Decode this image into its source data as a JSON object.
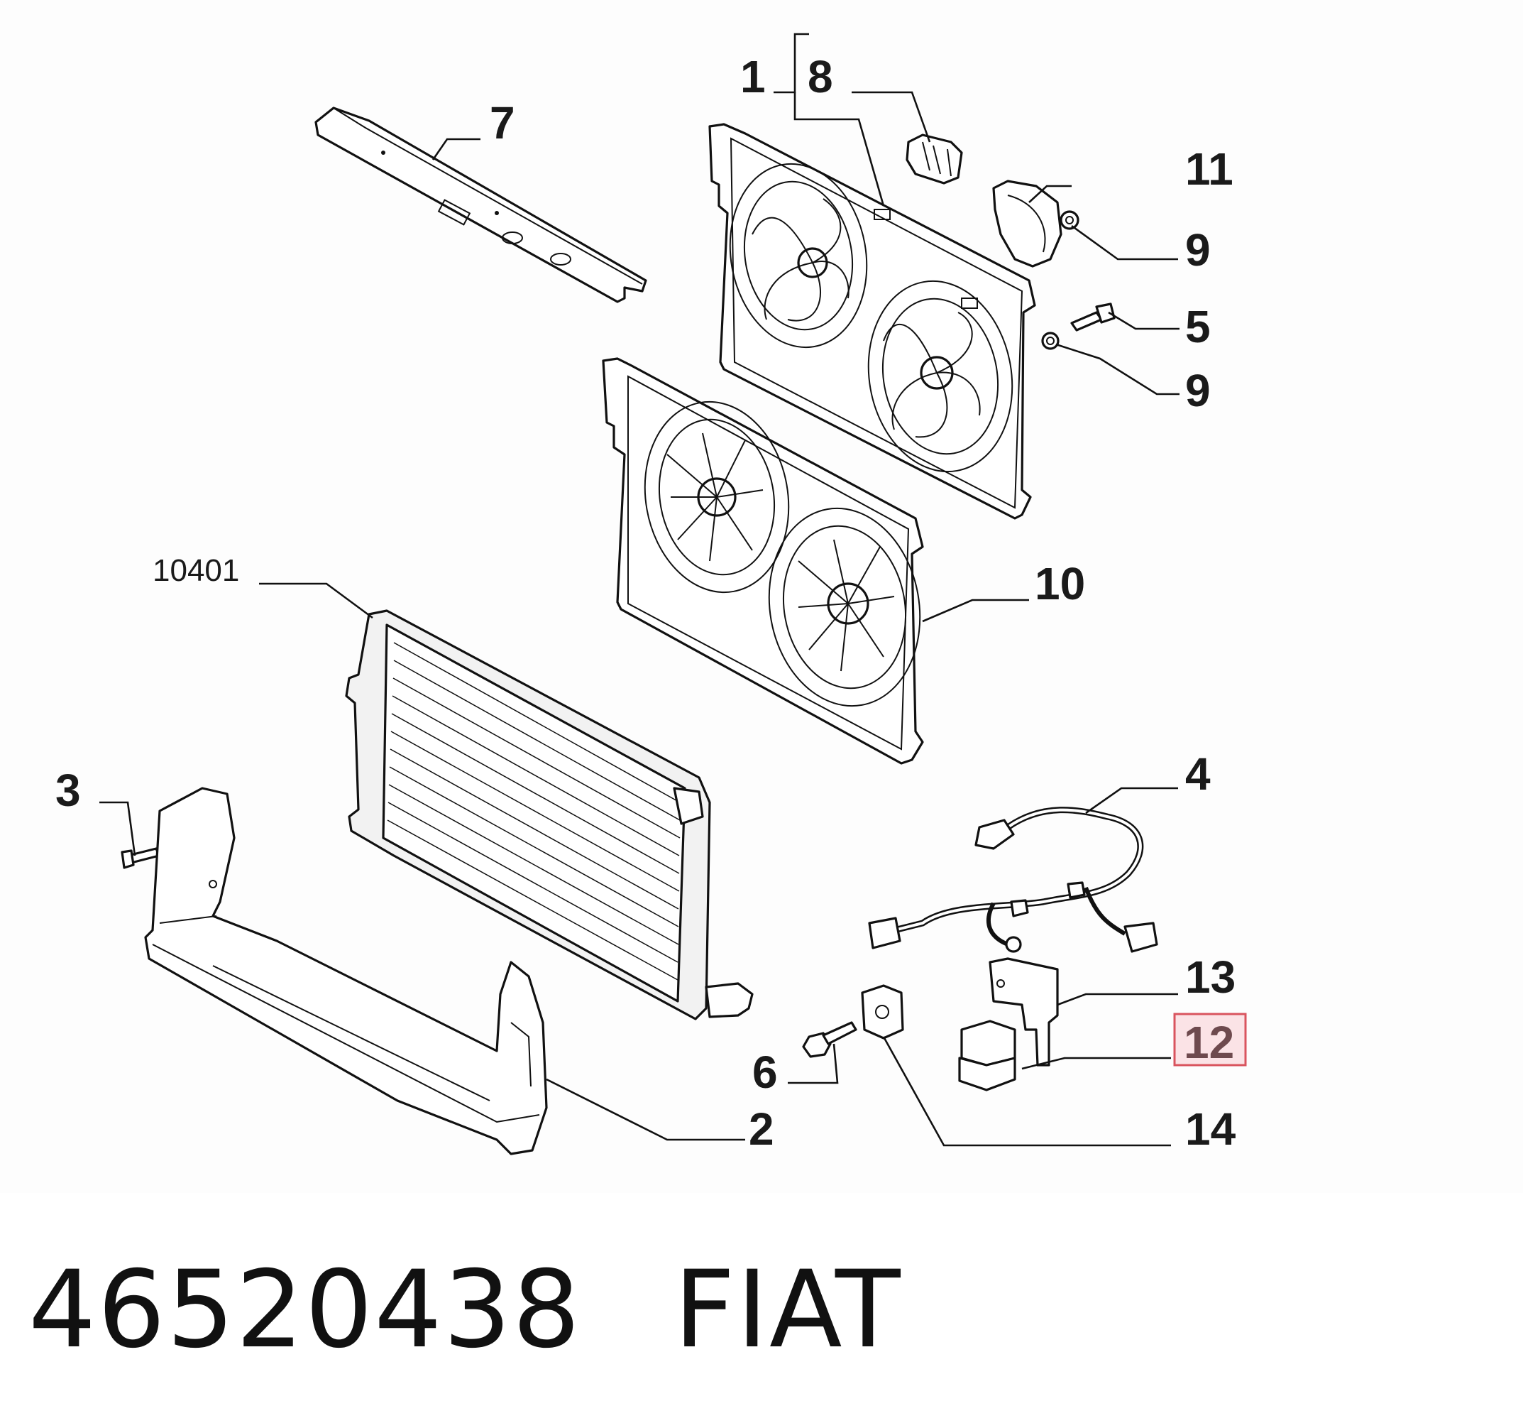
{
  "diagram": {
    "callouts": [
      {
        "id": "c1",
        "text": "1"
      },
      {
        "id": "c8",
        "text": "8"
      },
      {
        "id": "c7",
        "text": "7"
      },
      {
        "id": "c11",
        "text": "11"
      },
      {
        "id": "c9a",
        "text": "9"
      },
      {
        "id": "c5",
        "text": "5"
      },
      {
        "id": "c9b",
        "text": "9"
      },
      {
        "id": "c10401",
        "text": "10401"
      },
      {
        "id": "c10",
        "text": "10"
      },
      {
        "id": "c3",
        "text": "3"
      },
      {
        "id": "c4",
        "text": "4"
      },
      {
        "id": "c13",
        "text": "13"
      },
      {
        "id": "c12",
        "text": "12"
      },
      {
        "id": "c6",
        "text": "6"
      },
      {
        "id": "c2",
        "text": "2"
      },
      {
        "id": "c14",
        "text": "14"
      }
    ],
    "highlighted_callout": "12",
    "highlight_color": "#d9545e"
  },
  "footer": {
    "part_number": "46520438",
    "brand": "FIAT"
  }
}
